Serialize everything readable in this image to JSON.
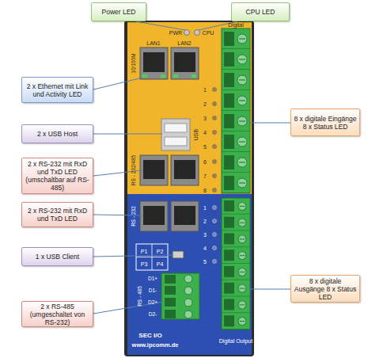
{
  "diagram": {
    "nodes": [
      {
        "text": [
          "Power LED"
        ]
      },
      {
        "text": [
          "CPU LED"
        ]
      },
      {
        "text": [
          "2 x Ethernet mit Link und Activity LED"
        ]
      },
      {
        "text": [
          "2 x USB Host"
        ]
      },
      {
        "text": [
          "2 x RS-232 mit RxD und TxD LED (umschaltbar auf RS-485)"
        ]
      },
      {
        "text": [
          "8 x digitale Eingänge 8 x Status LED"
        ]
      },
      {
        "text": [
          "2 x RS-232 mit RxD und TxD LED"
        ]
      },
      {
        "text": [
          "1 x USB Client"
        ]
      },
      {
        "text": [
          "8 x digitale Ausgänge 8 x Status LED"
        ]
      },
      {
        "text": [
          "2 x RS-485 (umgeschaltet von RS-232)"
        ]
      }
    ],
    "labels": [
      "PWR",
      "CPU",
      "LAN1",
      "LAN2",
      "10/100M",
      "USB",
      "RS - 232/485",
      "RS - 232",
      "P1",
      "P2",
      "P3",
      "P4",
      "RS - 485",
      "D1+",
      "D1-",
      "D2+",
      "D2-",
      "Digital",
      "1",
      "2",
      "3",
      "4",
      "5",
      "6",
      "7",
      "8",
      "1",
      "2",
      "3",
      "4",
      "5",
      "SEC I/O",
      "www.ipcomm.de",
      "Digital Output"
    ]
  }
}
